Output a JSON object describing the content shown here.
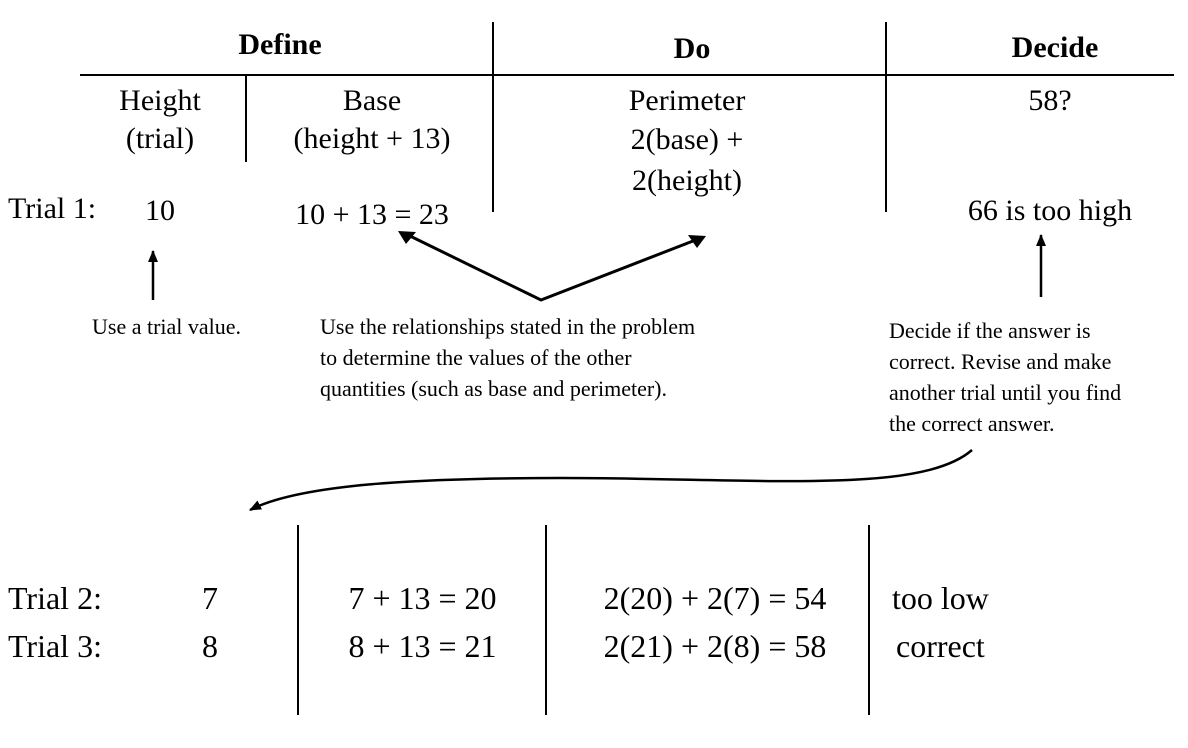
{
  "headers": {
    "define": "Define",
    "do": "Do",
    "decide": "Decide"
  },
  "columns": {
    "height": [
      "Height",
      "(trial)"
    ],
    "base": [
      "Base",
      "(height + 13)"
    ],
    "perimeter": [
      "Perimeter",
      "2(base) +",
      "2(height)"
    ],
    "decide": [
      "58?"
    ]
  },
  "trial1": {
    "label": "Trial 1:",
    "height": "10",
    "base": "10 + 13 = 23",
    "decide": "66 is too high"
  },
  "notes": {
    "trial_value": "Use a trial value.",
    "relationships": [
      "Use the relationships stated in the problem",
      "to determine the values of the other",
      "quantities (such as base and perimeter)."
    ],
    "decide": [
      "Decide if the answer is",
      "correct.  Revise and make",
      "another trial until you find",
      "the correct answer."
    ]
  },
  "trials": [
    {
      "label": "Trial 2:",
      "height": "7",
      "base": "7 + 13 = 20",
      "perimeter": "2(20) + 2(7) = 54",
      "decide": "too low"
    },
    {
      "label": "Trial 3:",
      "height": "8",
      "base": "8 + 13 = 21",
      "perimeter": "2(21) + 2(8) = 58",
      "decide": "correct"
    }
  ]
}
